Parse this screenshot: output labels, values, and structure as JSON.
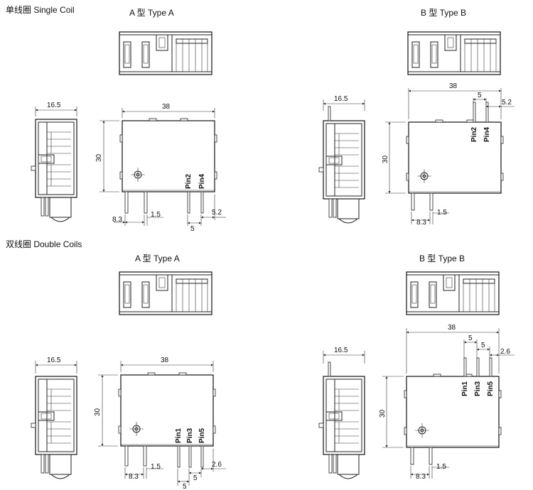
{
  "sections": {
    "single": "单线圈 Single Coil",
    "double": "双线圈 Double Coils"
  },
  "types": {
    "a": "A 型 Type A",
    "b": "B 型 Type B"
  },
  "dims": {
    "depth": "16.5",
    "width": "38",
    "height": "30",
    "offset": "8.3",
    "pin_w": "1.5",
    "pitch": "5",
    "edge_single": "5.2",
    "edge_double": "2.6"
  },
  "pins": {
    "p1": "Pin1",
    "p2": "Pin2",
    "p3": "Pin3",
    "p4": "Pin4",
    "p5": "Pin5"
  }
}
